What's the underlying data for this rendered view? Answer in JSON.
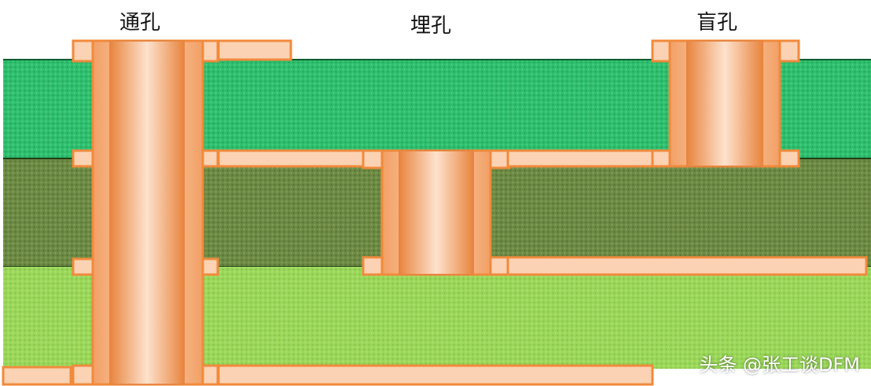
{
  "labels": {
    "through_via": "通孔",
    "buried_via": "埋孔",
    "blind_via": "盲孔"
  },
  "watermark": "头条 @张工谈DFM",
  "colors": {
    "layer_top": "#2fbf6f",
    "layer_middle": "#6d8a45",
    "layer_bottom": "#9ad75a",
    "copper_light": "#fbd2b3",
    "copper_dark": "#e8853f",
    "copper_outline": "#f08a3c",
    "background": "#ffffff"
  }
}
